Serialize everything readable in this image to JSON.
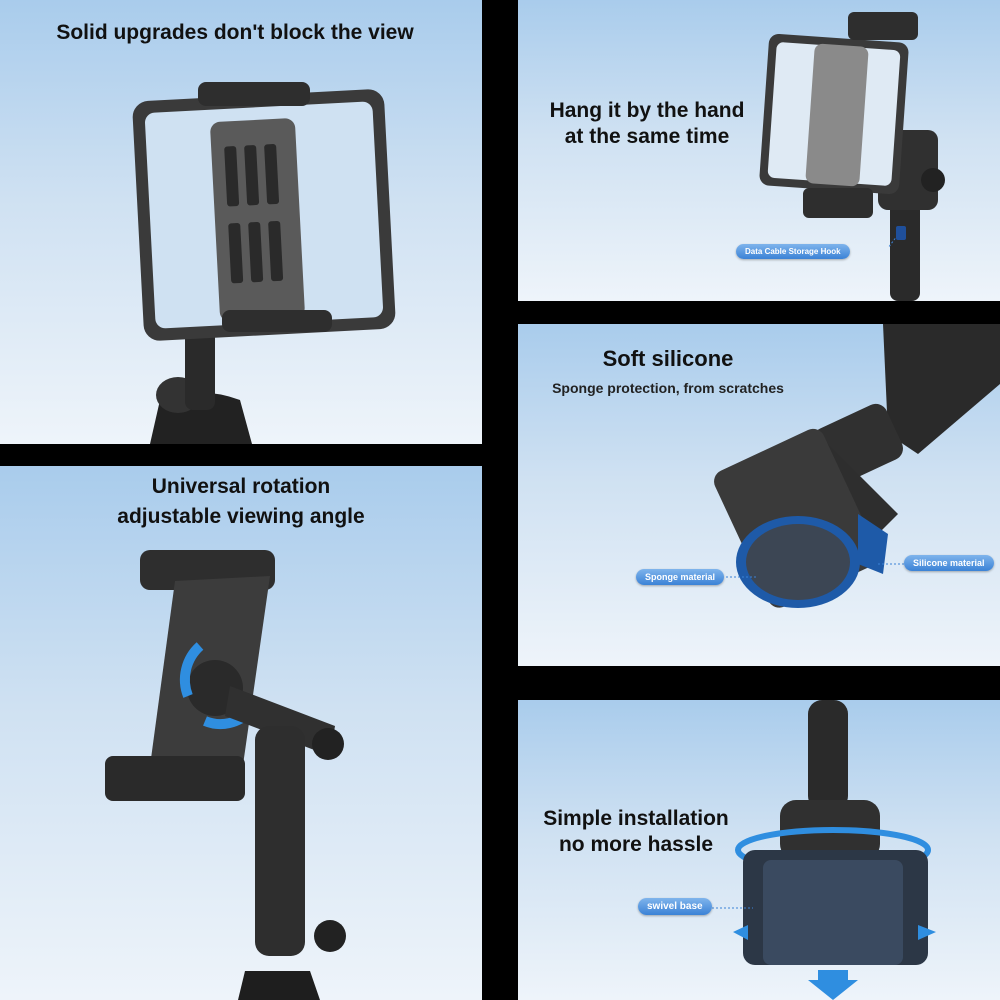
{
  "panels": {
    "solid_upgrades": {
      "title": "Solid upgrades don't block the view"
    },
    "hang": {
      "title_line1": "Hang it by the hand",
      "title_line2": "at the same time",
      "callout": "Data Cable Storage Hook"
    },
    "silicone": {
      "title": "Soft silicone",
      "subtitle": "Sponge protection, from scratches",
      "callout_left": "Sponge material",
      "callout_right": "Silicone material"
    },
    "rotation": {
      "title_line1": "Universal rotation",
      "title_line2": "adjustable viewing angle"
    },
    "installation": {
      "title_line1": "Simple installation",
      "title_line2": "no more hassle",
      "callout": "swivel base"
    }
  },
  "colors": {
    "background_gradient_top": "#a9ccec",
    "background_gradient_bottom": "#eef4fa",
    "accent_blue": "#3b82d6",
    "divider": "#000000",
    "product_dark": "#2b2b2b"
  }
}
